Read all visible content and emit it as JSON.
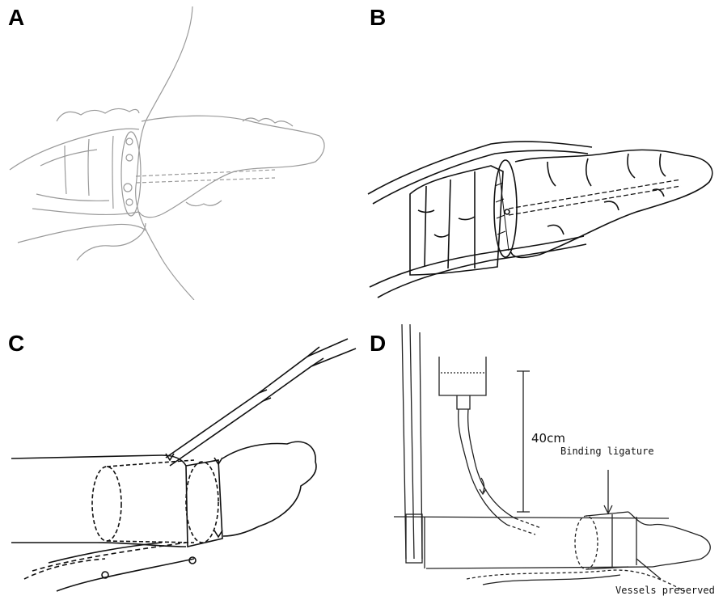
{
  "panels": [
    {
      "label": "A"
    },
    {
      "label": "B"
    },
    {
      "label": "C"
    },
    {
      "label": "D"
    }
  ],
  "annotations": {
    "height": "40cm",
    "binding": "Binding ligature",
    "vessels": "Vessels preserved"
  }
}
